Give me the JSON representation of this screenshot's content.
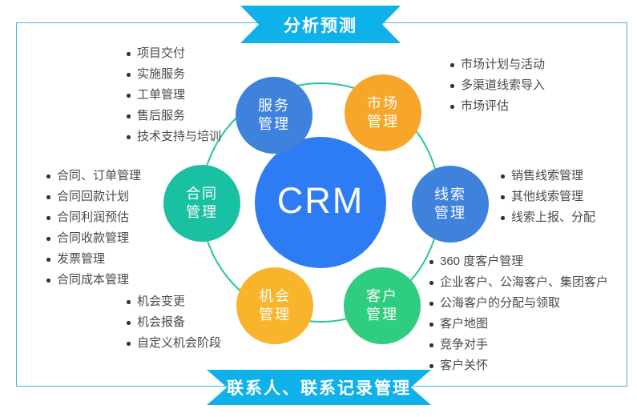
{
  "banners": {
    "top": "分析预测",
    "bottom": "联系人、联系记录管理"
  },
  "center": {
    "label": "CRM"
  },
  "modules": [
    {
      "name": "service",
      "line1": "服务",
      "line2": "管理",
      "color": "#3e82dc",
      "items": [
        "项目交付",
        "实施服务",
        "工单管理",
        "售后服务",
        "技术支持与培训"
      ]
    },
    {
      "name": "market",
      "line1": "市场",
      "line2": "管理",
      "color": "#f8a629",
      "items": [
        "市场计划与活动",
        "多渠道线索导入",
        "市场评估"
      ]
    },
    {
      "name": "contract",
      "line1": "合同",
      "line2": "管理",
      "color": "#1ac0a2",
      "items": [
        "合同、订单管理",
        "合同回款计划",
        "合同利润预估",
        "合同收款管理",
        "发票管理",
        "合同成本管理"
      ]
    },
    {
      "name": "leads",
      "line1": "线索",
      "line2": "管理",
      "color": "#3e82dc",
      "items": [
        "销售线索管理",
        "其他线索管理",
        "线索上报、分配"
      ]
    },
    {
      "name": "opportunity",
      "line1": "机会",
      "line2": "管理",
      "color": "#f9b42c",
      "items": [
        "机会变更",
        "机会报备",
        "自定义机会阶段"
      ]
    },
    {
      "name": "customer",
      "line1": "客户",
      "line2": "管理",
      "color": "#2fcd80",
      "items": [
        "360 度客户管理",
        "企业客户、公海客户、集团客户",
        "公海客户的分配与领取",
        "客户地图",
        "竞争对手",
        "客户关怀"
      ]
    }
  ],
  "colors": {
    "banner": "#0eb1e9",
    "frame_border": "#45b4e2",
    "ring": "#25c795",
    "center_blue": "#2e7cf4",
    "petal_light": "#8ab5f7",
    "list_text": "#4a4a4a"
  }
}
